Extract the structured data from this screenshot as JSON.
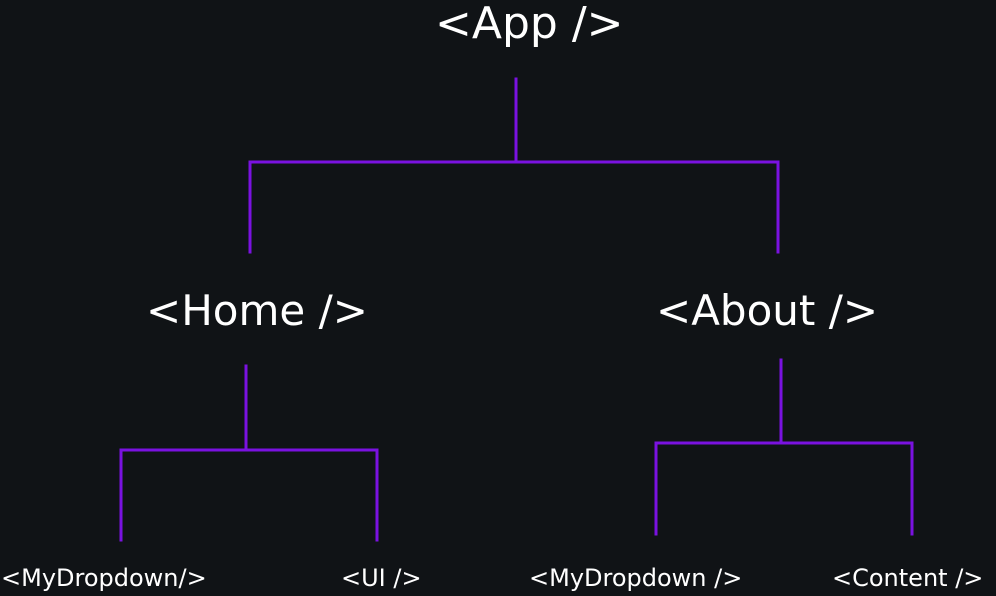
{
  "colors": {
    "background": "#101316",
    "connector": "#7a12e0",
    "label": "#ffffff"
  },
  "tree": {
    "root": "<App />",
    "home": "<Home />",
    "about": "<About />",
    "home_children": [
      "<MyDropdown/>",
      "<UI />"
    ],
    "about_children": [
      "<MyDropdown />",
      "<Content />"
    ]
  }
}
